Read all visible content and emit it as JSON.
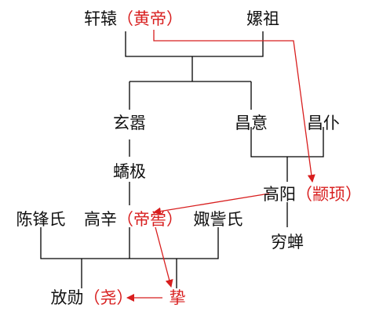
{
  "colors": {
    "line": "#000000",
    "arrow": "#d81e1e",
    "text": "#111111",
    "highlight": "#d81e1e"
  },
  "nodes": {
    "xuanyuan": {
      "name": "轩辕",
      "alias_open": "（",
      "alias": "黄帝",
      "alias_close": "）"
    },
    "leizu": {
      "name": "嫘祖"
    },
    "xuanxiao": {
      "name": "玄嚣"
    },
    "changyi": {
      "name": "昌意"
    },
    "changpu": {
      "name": "昌仆"
    },
    "jiaoji": {
      "name": "蟜极"
    },
    "gaoyang": {
      "name": "高阳",
      "alias_open": "（",
      "alias": "颛顼",
      "alias_close": "）"
    },
    "chenfeng": {
      "name": "陈锋氏"
    },
    "gaoxin": {
      "name": "高辛",
      "alias_open": "（",
      "alias": "帝喾",
      "alias_close": "）"
    },
    "juzi": {
      "name": "娵訾氏"
    },
    "qiongchan": {
      "name": "穷蝉"
    },
    "fangxun": {
      "name": "放勋",
      "alias_open": "（",
      "alias": "尧",
      "alias_close": "）"
    },
    "zhi": {
      "name": "挚"
    }
  }
}
